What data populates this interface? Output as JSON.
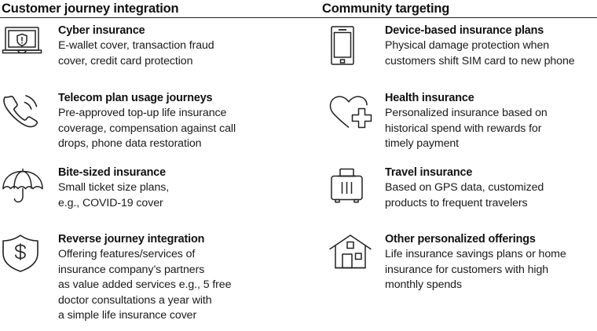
{
  "columns": [
    {
      "header": "Customer journey integration",
      "items": [
        {
          "icon": "laptop-shield-icon",
          "title": "Cyber insurance",
          "desc": "E-wallet cover, transaction fraud\ncover, credit card protection"
        },
        {
          "icon": "phone-call-icon",
          "title": "Telecom plan usage journeys",
          "desc": "Pre-approved top-up life insurance\ncoverage, compensation against call\ndrops, phone data restoration"
        },
        {
          "icon": "umbrella-icon",
          "title": "Bite-sized insurance",
          "desc": "Small ticket size plans,\ne.g., COVID-19 cover"
        },
        {
          "icon": "shield-dollar-icon",
          "title": "Reverse journey integration",
          "desc": "Offering features/services of\ninsurance company’s partners\nas value added services e.g., 5 free\ndoctor consultations a year with\na simple life insurance cover"
        }
      ]
    },
    {
      "header": "Community targeting",
      "items": [
        {
          "icon": "smartphone-icon",
          "title": "Device-based insurance plans",
          "desc": "Physical damage protection when\ncustomers shift SIM card to new phone"
        },
        {
          "icon": "heart-plus-icon",
          "title": "Health insurance",
          "desc": "Personalized insurance based on\nhistorical spend with rewards for\ntimely payment"
        },
        {
          "icon": "suitcase-icon",
          "title": "Travel insurance",
          "desc": "Based on GPS data, customized\nproducts to frequent travelers"
        },
        {
          "icon": "house-icon",
          "title": "Other personalized offerings",
          "desc": "Life insurance savings plans or home\ninsurance for customers with high\nmonthly spends"
        }
      ]
    }
  ],
  "colors": {
    "text": "#1a1a1a",
    "rule": "#222222",
    "icon_stroke": "#222222",
    "background": "#ffffff"
  }
}
